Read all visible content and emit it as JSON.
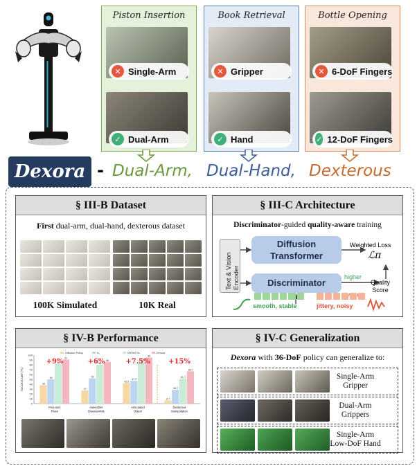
{
  "panels": [
    {
      "title": "Piston Insertion",
      "bad": "Single-Arm",
      "good": "Dual-Arm"
    },
    {
      "title": "Book Retrieval",
      "bad": "Gripper",
      "good": "Hand"
    },
    {
      "title": "Bottle Opening",
      "bad": "6-DoF Fingers",
      "good": "12-DoF Fingers"
    }
  ],
  "brand": "Dexora",
  "dash": "-",
  "tagline": {
    "a": "Dual-Arm,",
    "b": "Dual-Hand,",
    "c": "Dexterous"
  },
  "colors": {
    "green": "#6a9a3c",
    "blue": "#3e5f9a",
    "orange": "#c56a2e",
    "navy": "#243a5e"
  },
  "dataset": {
    "title": "§ III-B  Dataset",
    "desc_bold": "First",
    "desc_rest": " dual-arm, dual-hand, dexterous dataset",
    "sim_label": "100K Simulated",
    "real_label": "10K Real"
  },
  "architecture": {
    "title": "§ III-C Architecture",
    "desc_a": "Discriminator",
    "desc_b": "-guided ",
    "desc_c": "quality-aware",
    "desc_d": " training",
    "encoder": "Text & Vision Encoder",
    "diffusion": "Diffusion Transformer",
    "discriminator": "Discriminator",
    "weighted_loss": "Weighted Loss",
    "loss_symbol": "ℒπ",
    "higher": "higher",
    "lower": "lower",
    "quality": "Quality Score",
    "smooth": "smooth, stable",
    "jittery": "jittery, noisy"
  },
  "performance": {
    "title": "§ IV-B Performance",
    "gains": [
      "+9%",
      "+6%",
      "+7.5%",
      "+15%"
    ],
    "ylabel": "Success rate (%)"
  },
  "generalization": {
    "title": "§ IV-C Generalization",
    "desc_a": "Dexora",
    "desc_b": " with ",
    "desc_c": "36-DoF",
    "desc_d": " policy can generalize to:",
    "rows": [
      {
        "line1": "Single-Arm",
        "line2": "Gripper"
      },
      {
        "line1": "Dual-Arm",
        "line2": "Grippers"
      },
      {
        "line1": "Single-Arm",
        "line2": "Low-DoF Hand"
      }
    ]
  },
  "chart_data": {
    "type": "bar",
    "categories": [
      "Pick-and-Place",
      "Assemble/Disassemble",
      "Articulated Object",
      "Dexterous Manipulation"
    ],
    "series": [
      {
        "name": "Diffusion Policy",
        "values": [
          38,
          27,
          42.5,
          6.7
        ]
      },
      {
        "name": "π₀",
        "values": [
          50,
          52,
          47.2,
          28.7
        ]
      },
      {
        "name": "DROID RL",
        "values": [
          82,
          80,
          87.5,
          51.7
        ]
      },
      {
        "name": "Dexora",
        "values": [
          91,
          86,
          95,
          66.7
        ]
      }
    ],
    "series_colors": [
      "#f6d8a6",
      "#bcd5f0",
      "#c8ecd6",
      "#f4b7bf"
    ],
    "ylabel": "Success rate (%)",
    "ylim": [
      0,
      100
    ],
    "yticks": [
      0,
      10,
      20,
      30,
      40,
      50,
      60,
      70,
      80,
      90,
      100
    ]
  }
}
